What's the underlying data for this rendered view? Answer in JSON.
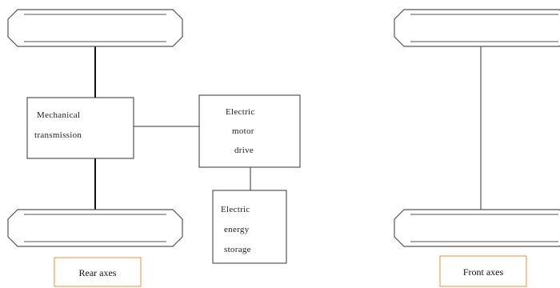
{
  "blocks": {
    "mechanical_transmission": [
      "Mechanical",
      "transmission"
    ],
    "electric_motor_drive": [
      "Electric",
      "motor",
      "drive"
    ],
    "electric_energy_storage": [
      "Electric",
      "energy",
      "storage"
    ]
  },
  "captions": {
    "rear": "Rear axes",
    "front": "Front axes"
  }
}
